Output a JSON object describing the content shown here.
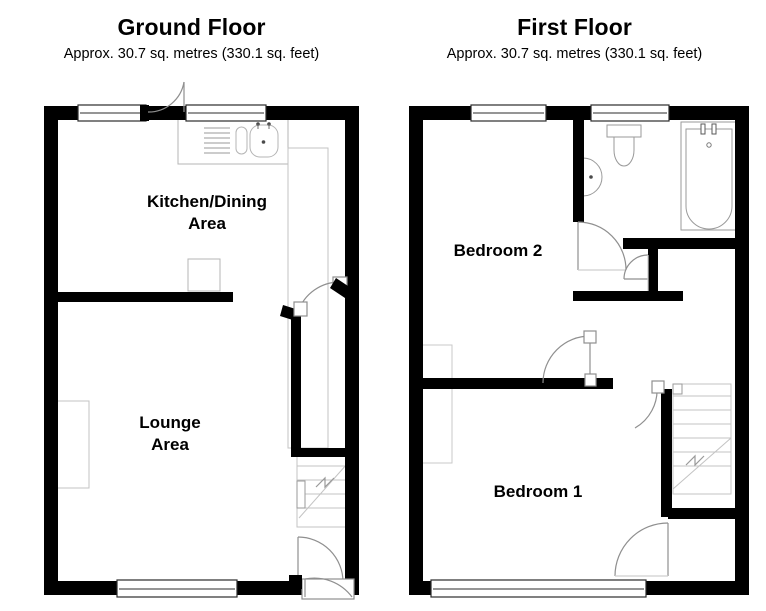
{
  "document": {
    "type": "floor-plan",
    "background_color": "#ffffff",
    "wall_color": "#000000",
    "fixture_line_color": "#b0b0b0",
    "panel_count": 2
  },
  "ground_floor": {
    "title": "Ground Floor",
    "subtitle": "Approx. 30.7 sq. metres (330.1 sq. feet)",
    "area_metric": "30.7 sq. metres",
    "area_imperial": "330.1 sq. feet",
    "rooms": [
      {
        "name": "Kitchen/Dining Area",
        "label_line_1": "Kitchen/Dining",
        "label_line_2": "Area"
      },
      {
        "name": "Lounge Area",
        "label_line_1": "Lounge",
        "label_line_2": "Area"
      }
    ],
    "features": [
      "front-door-top",
      "window-top-left",
      "window-top-kitchen",
      "kitchen-counter",
      "kitchen-sink",
      "kitchen-drainer",
      "internal-door-hall",
      "staircase-up",
      "chimney-breast-left",
      "window-bottom",
      "rear-door-bottom-right"
    ]
  },
  "first_floor": {
    "title": "First Floor",
    "subtitle": "Approx. 30.7 sq. metres (330.1 sq. feet)",
    "area_metric": "30.7 sq. metres",
    "area_imperial": "330.1 sq. feet",
    "rooms": [
      {
        "name": "Bedroom 2",
        "label_line_1": "Bedroom 2",
        "label_line_2": ""
      },
      {
        "name": "Bedroom 1",
        "label_line_1": "Bedroom 1",
        "label_line_2": ""
      },
      {
        "name": "Bathroom",
        "label_line_1": "",
        "label_line_2": ""
      }
    ],
    "features": [
      "window-top-bedroom2",
      "window-top-bathroom",
      "wash-basin",
      "wc-toilet",
      "bath-tub",
      "bathroom-door",
      "airing-cupboard-door",
      "landing",
      "staircase-down",
      "bedroom2-door",
      "bedroom1-door",
      "chimney-breast-left",
      "window-bottom-bedroom1"
    ]
  }
}
